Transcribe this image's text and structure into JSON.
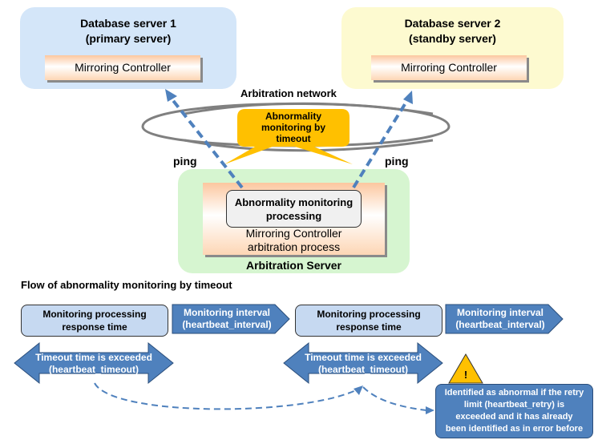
{
  "servers": {
    "db1": {
      "title_line1": "Database server 1",
      "title_line2": "(primary server)",
      "component": "Mirroring Controller",
      "color": "#d4e6f9"
    },
    "db2": {
      "title_line1": "Database server 2",
      "title_line2": "(standby server)",
      "component": "Mirroring Controller",
      "color": "#fdfad0"
    },
    "arbitration": {
      "title": "Arbitration Server",
      "color": "#d6f5d0",
      "process_line1": "Mirroring Controller",
      "process_line2": "arbitration process",
      "monitoring_line1": "Abnormality monitoring",
      "monitoring_line2": "processing"
    }
  },
  "network": {
    "label": "Arbitration network",
    "callout_line1": "Abnormality",
    "callout_line2": "monitoring by",
    "callout_line3": "timeout",
    "callout_color": "#ffc000",
    "ping_left": "ping",
    "ping_right": "ping"
  },
  "flow": {
    "title": "Flow of abnormality monitoring by timeout",
    "cycles": [
      {
        "response_line1": "Monitoring processing",
        "response_line2": "response time",
        "interval_line1": "Monitoring interval",
        "interval_line2": "(heartbeat_interval)",
        "timeout_line1": "Timeout time is exceeded",
        "timeout_line2": "(heartbeat_timeout)"
      },
      {
        "response_line1": "Monitoring processing",
        "response_line2": "response time",
        "interval_line1": "Monitoring interval",
        "interval_line2": "(heartbeat_interval)",
        "timeout_line1": "Timeout time is exceeded",
        "timeout_line2": "(heartbeat_timeout)"
      }
    ],
    "warning_symbol": "!",
    "abnormal_line1": "Identified as abnormal if the retry",
    "abnormal_line2": "limit (heartbeat_retry) is",
    "abnormal_line3": "exceeded and it has already",
    "abnormal_line4": "been identified as in error before",
    "accent_color": "#4f81bd"
  }
}
